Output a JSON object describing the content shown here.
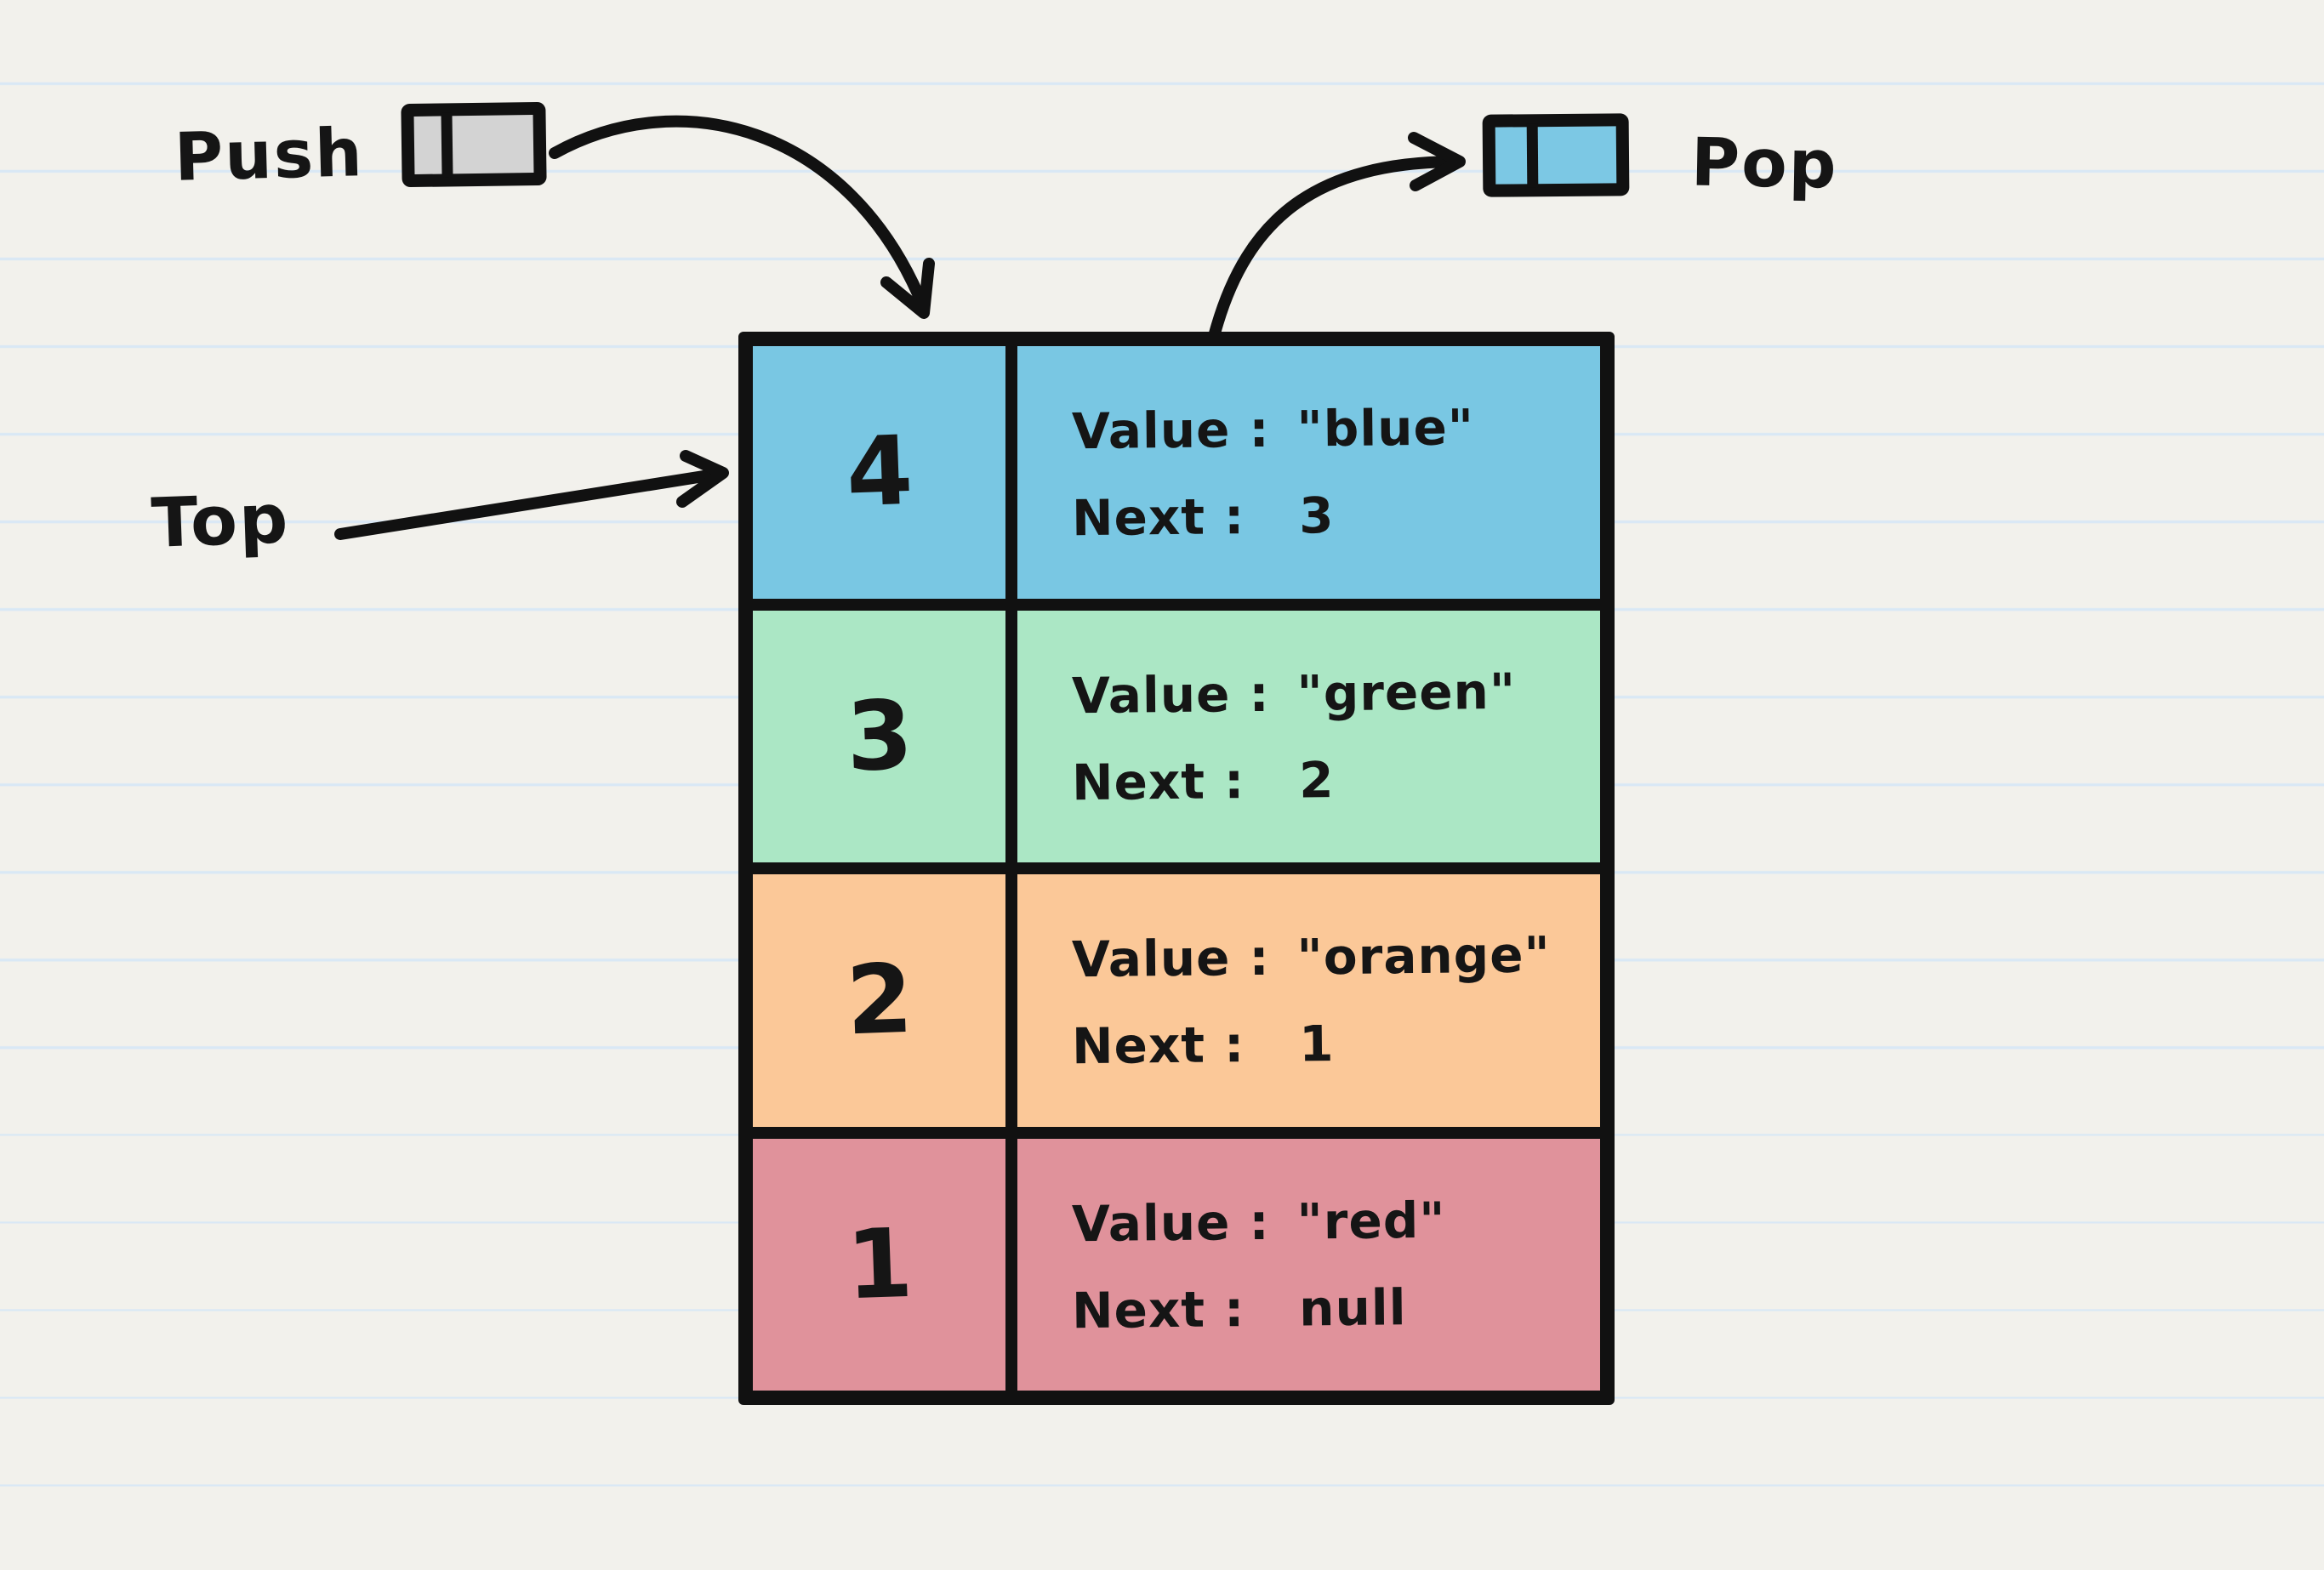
{
  "page": {
    "background_color": "#f2f1ec",
    "ruled_line_color": "#d9e8f5"
  },
  "push": {
    "label": "Push",
    "icon": "stack-node-icon",
    "icon_fill": "#d3d3d3"
  },
  "pop": {
    "label": "Pop",
    "icon": "stack-node-icon",
    "icon_fill": "#7cc8e4"
  },
  "top_pointer": {
    "label": "Top"
  },
  "stack": {
    "value_label": "Value",
    "next_label": "Next",
    "colon": ":",
    "rows": [
      {
        "index": "4",
        "value": "\"blue\"",
        "next": "3",
        "color": "#79c7e3"
      },
      {
        "index": "3",
        "value": "\"green\"",
        "next": "2",
        "color": "#abe7c5"
      },
      {
        "index": "2",
        "value": "\"orange\"",
        "next": "1",
        "color": "#fbc898"
      },
      {
        "index": "1",
        "value": "\"red\"",
        "next": "null",
        "color": "#e0929b"
      }
    ]
  }
}
